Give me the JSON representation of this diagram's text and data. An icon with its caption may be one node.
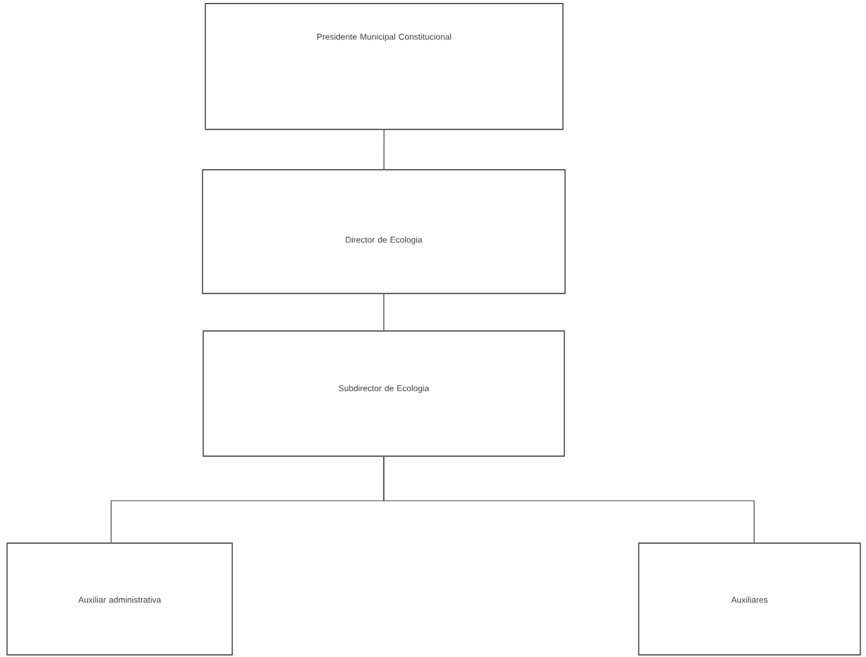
{
  "diagram": {
    "nodes": [
      {
        "text": [
          "Presidente Municipal Constitucional"
        ]
      },
      {
        "text": [
          "Director de Ecologia"
        ]
      },
      {
        "text": [
          "Subdirector de Ecologia"
        ]
      },
      {
        "text": [
          "Auxiliar administrativa"
        ]
      },
      {
        "text": [
          "Auxiliares"
        ]
      }
    ],
    "edges": [
      {
        "from": 0,
        "to": 1,
        "arrow": "none"
      },
      {
        "from": 1,
        "to": 2,
        "arrow": "none"
      },
      {
        "from": 2,
        "to": 3,
        "arrow": "none"
      },
      {
        "from": 2,
        "to": 4,
        "arrow": "none"
      }
    ]
  }
}
